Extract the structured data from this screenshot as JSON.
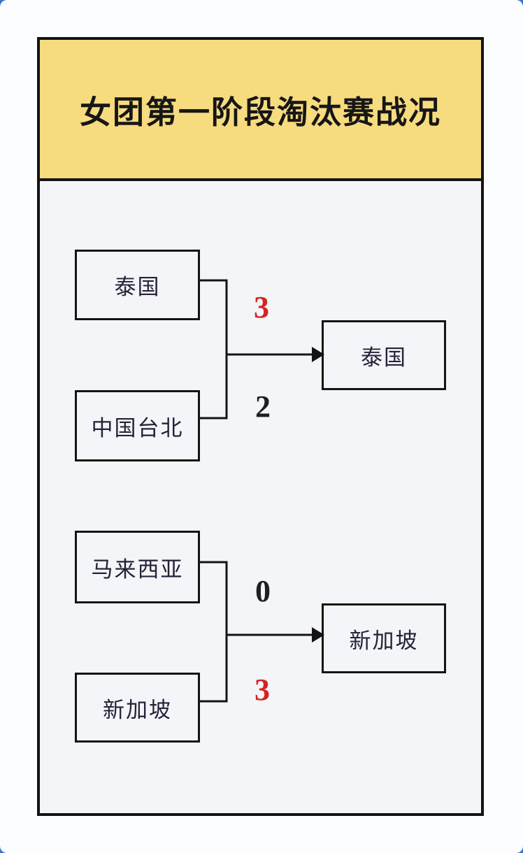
{
  "page": {
    "title": "女团第一阶段淘汰赛战况"
  },
  "colors": {
    "background_blue": "#3e72c8",
    "sheet_white": "#fbfdfe",
    "header_yellow": "#f7db7f",
    "card_background": "#f3f5f8",
    "border_black": "#141414",
    "score_red": "#d42421",
    "score_black": "#1f1f1f",
    "team_text": "#262238"
  },
  "bracket": {
    "matches": [
      {
        "team1": "泰国",
        "team1_score": "3",
        "team1_score_color": "#d42421",
        "team2": "中国台北",
        "team2_score": "2",
        "team2_score_color": "#1f1f1f",
        "winner": "泰国"
      },
      {
        "team1": "马来西亚",
        "team1_score": "0",
        "team1_score_color": "#1f1f1f",
        "team2": "新加坡",
        "team2_score": "3",
        "team2_score_color": "#d42421",
        "winner": "新加坡"
      }
    ]
  }
}
